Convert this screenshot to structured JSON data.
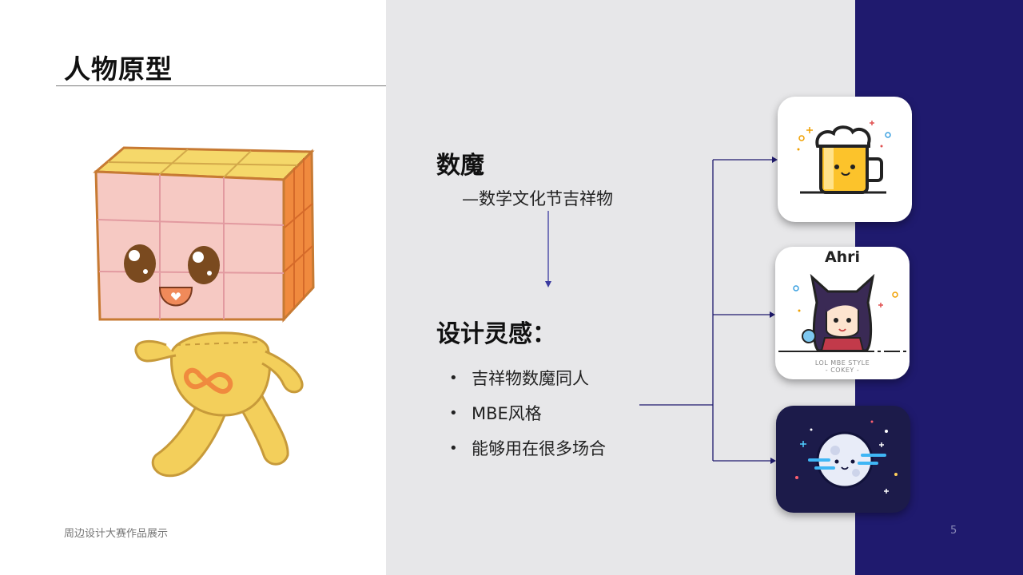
{
  "slide": {
    "title": "人物原型",
    "footer": "周边设计大赛作品展示",
    "page_number": "5"
  },
  "main": {
    "heading": "数魔",
    "subtitle": "—数学文化节吉祥物",
    "inspiration_heading": "设计灵感：",
    "bullets": [
      "吉祥物数魔同人",
      "MBE风格",
      "能够用在很多场合"
    ],
    "bullet_symbol": "•"
  },
  "cards": {
    "ahri_title": "Ahri",
    "ahri_caption_line1": "LOL MBE STYLE",
    "ahri_caption_line2": "- COKEY -"
  },
  "colors": {
    "accent_navy": "#1f1a6e",
    "mid_panel": "#e7e7e9",
    "mascot_yellow": "#f3cf5b",
    "mascot_orange": "#f08a3e",
    "mascot_pink": "#f6c9c3"
  },
  "icons": [
    "mascot-illustration",
    "beer-mug-icon",
    "ahri-character-icon",
    "moon-icon"
  ]
}
